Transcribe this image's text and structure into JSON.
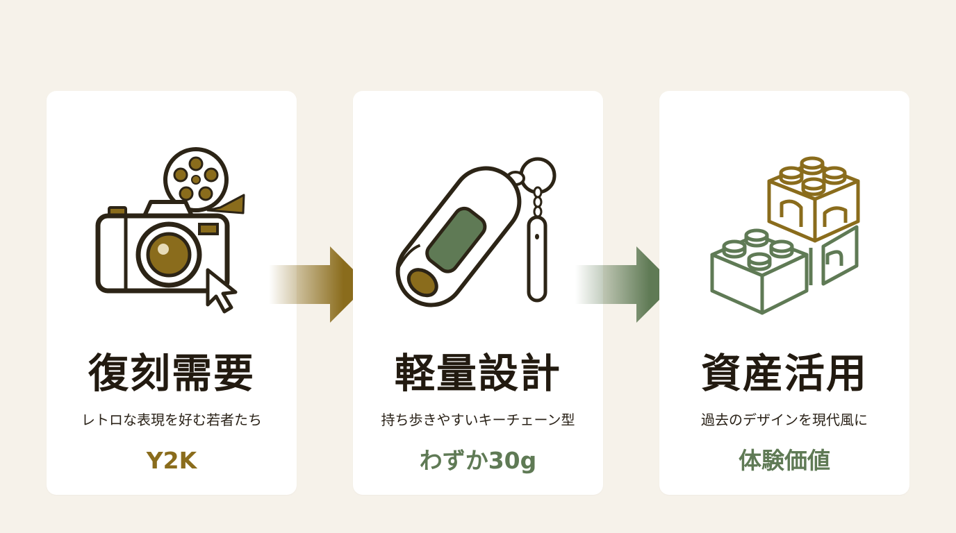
{
  "colors": {
    "gold": "#8a6c1c",
    "green": "#5f7a55",
    "dark": "#2c2416",
    "background": "#f6f2ea"
  },
  "steps": [
    {
      "title": "復刻需要",
      "subtitle": "レトロな表現を好む若者たち",
      "highlight": "Y2K",
      "icon": "camera-film-reel-cursor-icon"
    },
    {
      "title": "軽量設計",
      "subtitle": "持ち歩きやすいキーチェーン型",
      "highlight": "わずか30g",
      "icon": "keychain-device-icon"
    },
    {
      "title": "資産活用",
      "subtitle": "過去のデザインを現代風に",
      "highlight": "体験価値",
      "icon": "stacked-blocks-icon"
    }
  ]
}
